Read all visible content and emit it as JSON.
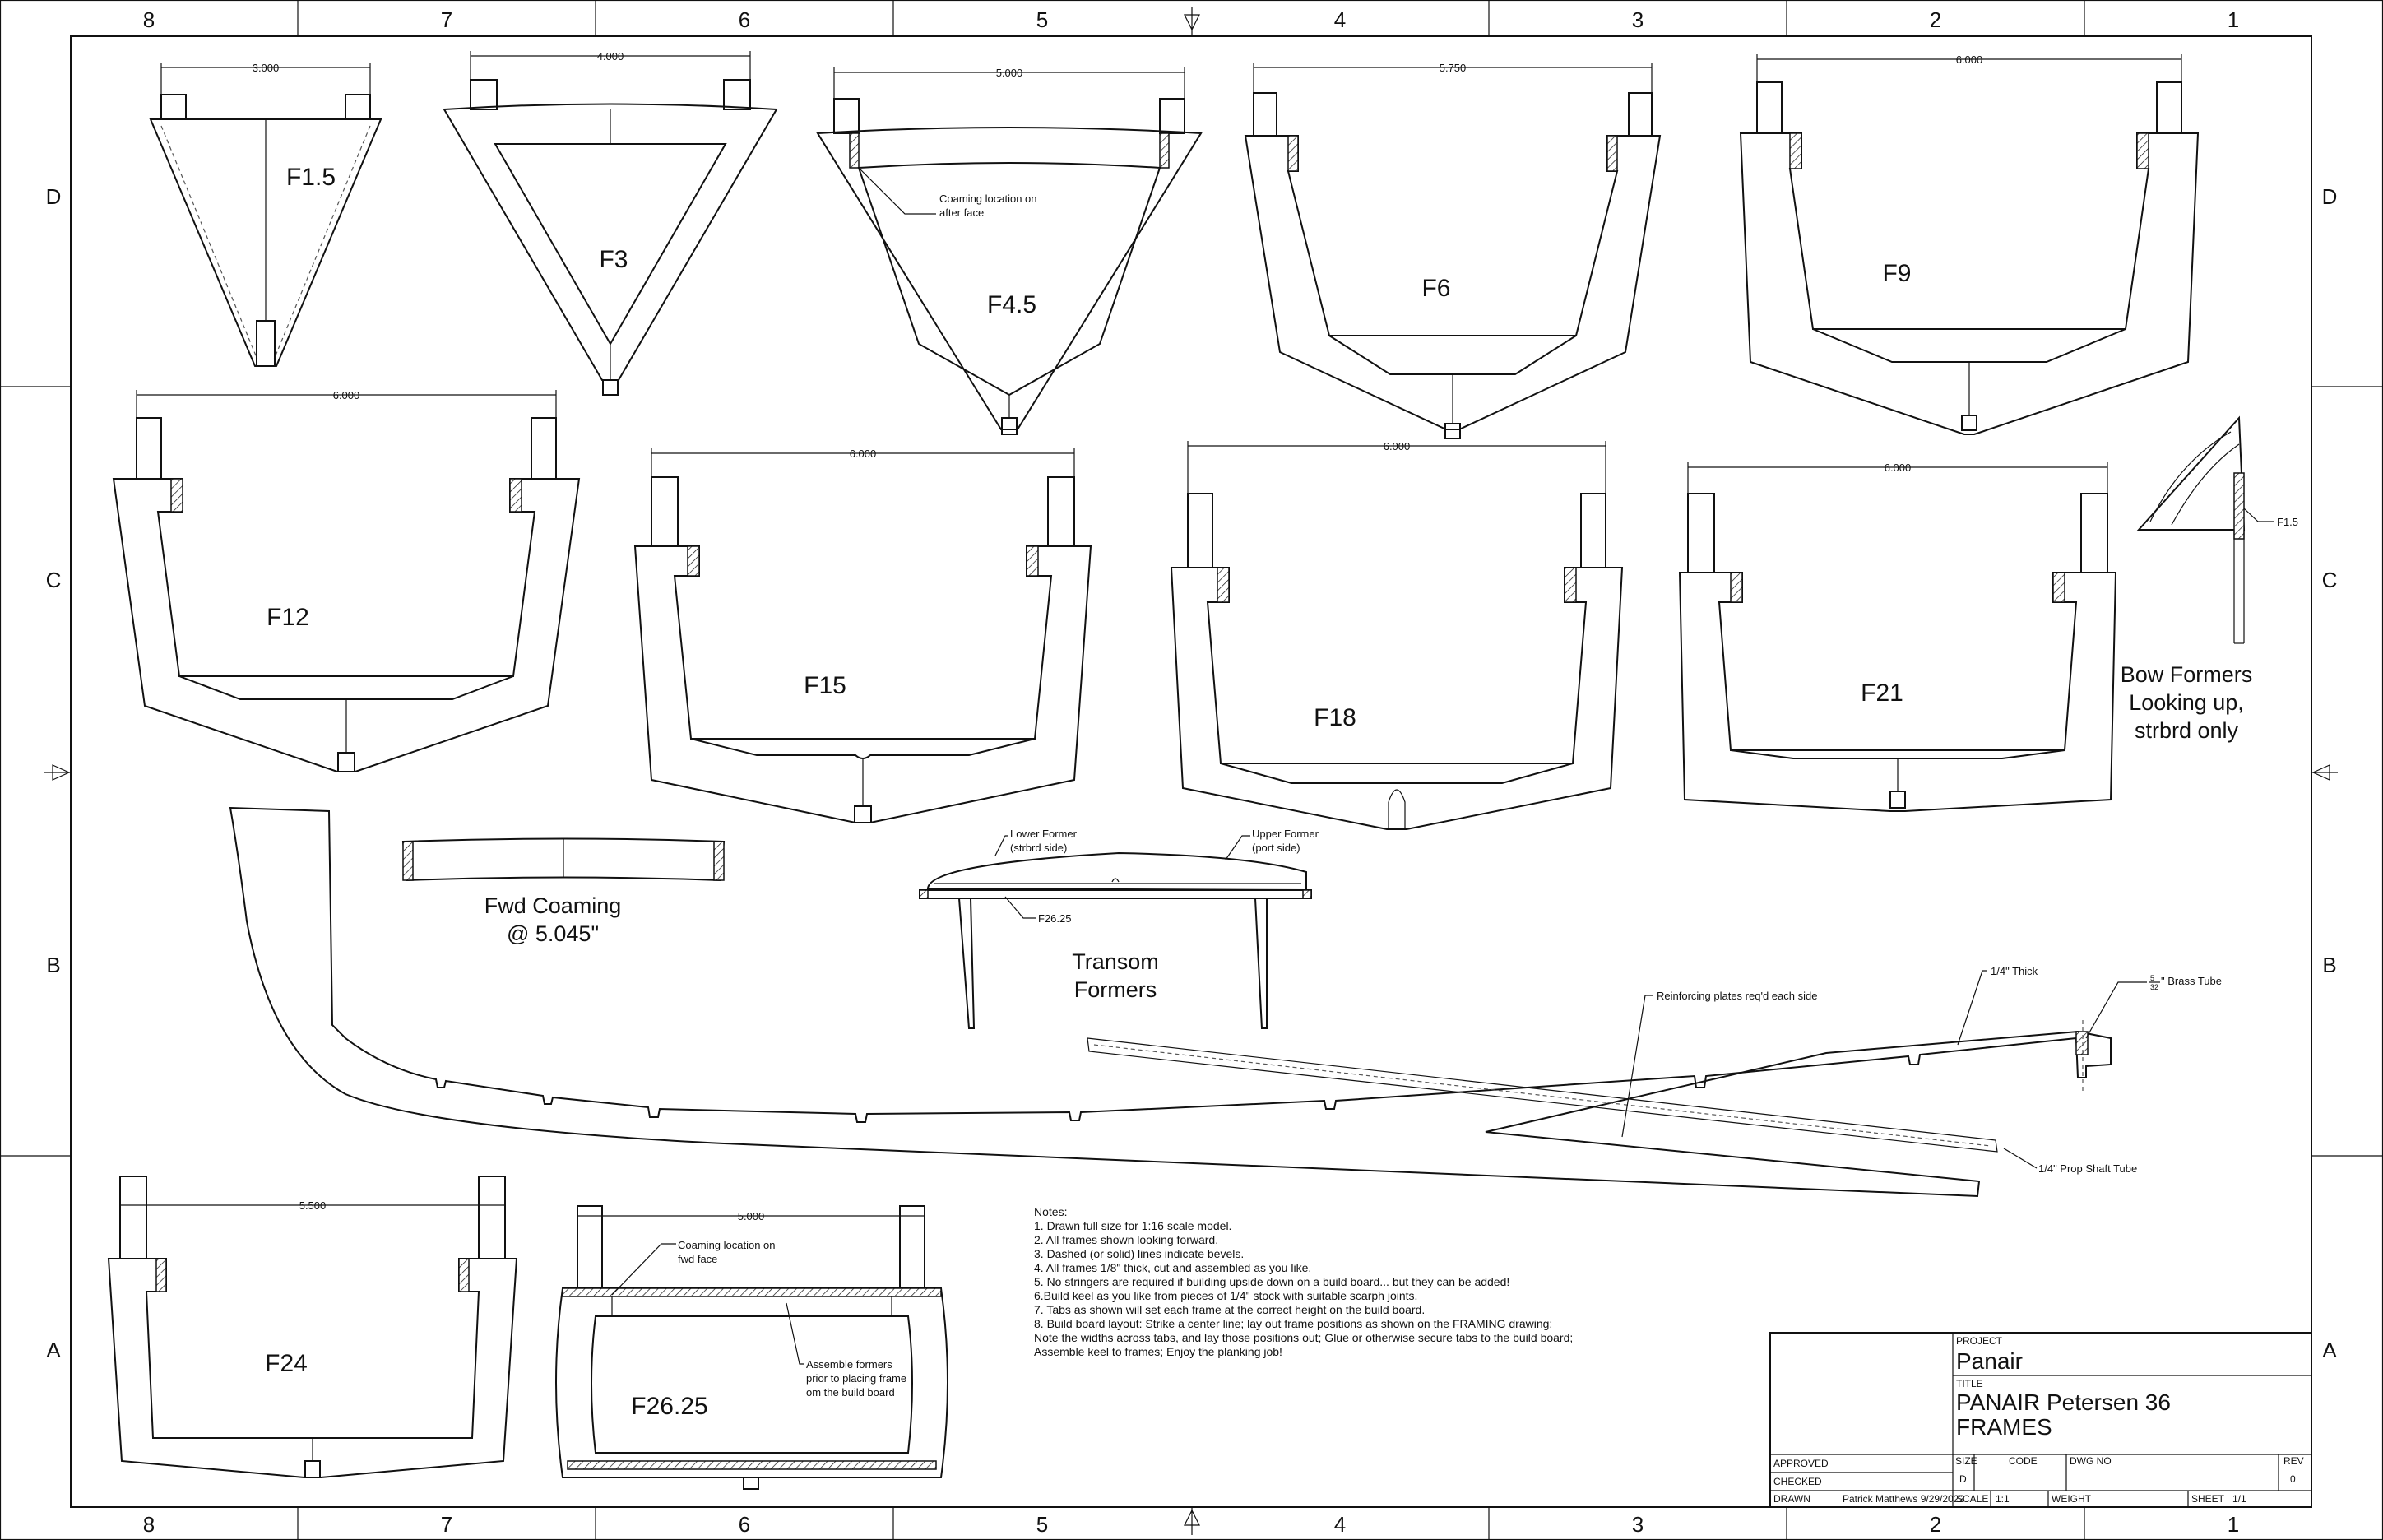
{
  "zones": {
    "columns": [
      "8",
      "7",
      "6",
      "5",
      "4",
      "3",
      "2",
      "1"
    ],
    "rows": [
      "D",
      "C",
      "B",
      "A"
    ]
  },
  "frames": {
    "f1_5": {
      "label": "F1.5",
      "width": "3.000"
    },
    "f3": {
      "label": "F3",
      "width": "4.000"
    },
    "f4_5": {
      "label": "F4.5",
      "width": "5.000"
    },
    "f6": {
      "label": "F6",
      "width": "5.750"
    },
    "f9": {
      "label": "F9",
      "width": "6.000"
    },
    "f12": {
      "label": "F12",
      "width": "6.000"
    },
    "f15": {
      "label": "F15",
      "width": "6.000"
    },
    "f18": {
      "label": "F18",
      "width": "6.000"
    },
    "f21": {
      "label": "F21",
      "width": "6.000"
    },
    "f24": {
      "label": "F24",
      "width": "5.500"
    },
    "f26_25": {
      "label": "F26.25",
      "width": "5.000"
    }
  },
  "callouts": {
    "coaming_after_1": "Coaming location on",
    "coaming_after_2": "after face",
    "coaming_fwd_1": "Coaming location on",
    "coaming_fwd_2": "fwd face",
    "assemble_1": "Assemble formers",
    "assemble_2": "prior to placing frame",
    "assemble_3": "om the build board",
    "bow_ref": "F1.5",
    "lower_former_1": "Lower Former",
    "lower_former_2": "(strbrd side)",
    "upper_former_1": "Upper Former",
    "upper_former_2": "(port side)",
    "transom_ref": "F26.25",
    "reinforcing": "Reinforcing plates req'd each side",
    "quarter_thick": "1/4\" Thick",
    "brass_frac_top": "5",
    "brass_frac_bottom": "32",
    "brass": "\" Brass Tube",
    "prop_shaft": "1/4\" Prop Shaft Tube"
  },
  "parts": {
    "bow_formers_1": "Bow Formers",
    "bow_formers_2": "Looking up,",
    "bow_formers_3": "strbrd only",
    "fwd_coaming_1": "Fwd Coaming",
    "fwd_coaming_2": "@ 5.045\"",
    "transom_1": "Transom",
    "transom_2": "Formers"
  },
  "notes": {
    "title": "Notes:",
    "lines": [
      "1. Drawn full size for 1:16 scale model.",
      "2. All frames shown looking forward.",
      "3. Dashed (or solid) lines indicate bevels.",
      "4. All frames 1/8\" thick, cut and assembled as you like.",
      "5. No stringers are required if building upside down on a build board... but they can be added!",
      "6.Build keel as you like from pieces of 1/4\" stock with suitable scarph joints.",
      "7. Tabs as shown will set each frame at the correct height on the build board.",
      "8. Build board layout: Strike a center line; lay out frame positions as shown on the FRAMING drawing;",
      "Note the widths across tabs, and lay those positions out; Glue or otherwise secure tabs to the build board;",
      "Assemble keel to frames; Enjoy the planking job!"
    ]
  },
  "title_block": {
    "project_label": "PROJECT",
    "project": "Panair",
    "title_label": "TITLE",
    "title_1": "PANAIR Petersen 36",
    "title_2": "FRAMES",
    "approved": "APPROVED",
    "checked": "CHECKED",
    "drawn": "DRAWN",
    "drawn_by": "Patrick Matthews 9/29/2022",
    "size_label": "SIZE",
    "size": "D",
    "code_label": "CODE",
    "dwg_label": "DWG NO",
    "rev_label": "REV",
    "rev": "0",
    "scale_label": "SCALE",
    "scale": "1:1",
    "weight_label": "WEIGHT",
    "sheet_label": "SHEET",
    "sheet": "1/1"
  }
}
